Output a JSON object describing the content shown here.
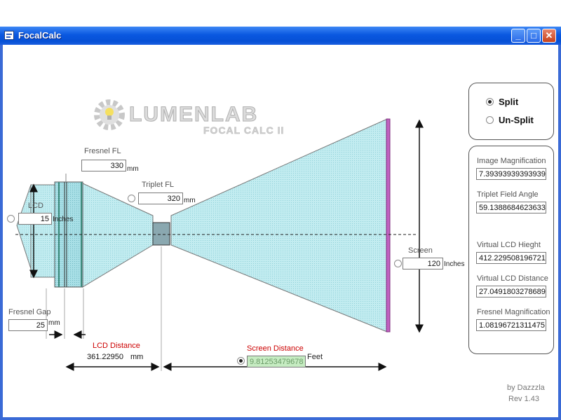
{
  "window": {
    "title": "FocalCalc",
    "min_glyph": "_",
    "max_glyph": "□",
    "close_glyph": "✕"
  },
  "logo": {
    "brand": "LUMENLAB",
    "product": "FOCAL CALC II"
  },
  "lcd": {
    "label": "LCD",
    "value": "15",
    "unit": "Inches",
    "selected": false
  },
  "fresnel_fl": {
    "label": "Fresnel FL",
    "value": "330",
    "unit": "mm"
  },
  "triplet_fl": {
    "label": "Triplet FL",
    "value": "320",
    "unit": "mm",
    "selected": false
  },
  "fresnel_gap": {
    "label": "Fresnel Gap",
    "value": "25",
    "unit": "mm"
  },
  "lcd_distance": {
    "label": "LCD Distance",
    "value": "361.22950",
    "unit": "mm"
  },
  "screen_distance": {
    "label": "Screen Distance",
    "value": "9.81253479678",
    "unit": "Feet",
    "selected": true
  },
  "screen": {
    "label": "Screen",
    "value": "120",
    "unit": "Inches",
    "selected": false
  },
  "mode": {
    "options": [
      {
        "label": "Split",
        "selected": true
      },
      {
        "label": "Un-Split",
        "selected": false
      }
    ]
  },
  "results": [
    {
      "label": "Image Magnification",
      "value": "7.39393939393939"
    },
    {
      "label": "Triplet Field Angle",
      "value": "59.1388684623633"
    },
    {
      "label": "Virtual LCD Hieght",
      "value": "412.229508196721"
    },
    {
      "label": "Virtual LCD Distance",
      "value": "27.0491803278689"
    },
    {
      "label": "Fresnel Magnification",
      "value": "1.08196721311475"
    }
  ],
  "credits": {
    "author": "by Dazzzla",
    "revision": "Rev 1.43"
  },
  "colors": {
    "titlebar": "#0a58e0",
    "beam_fill": "#c2ecf0",
    "screen_color": "#c060c0",
    "label_red": "#cc0000",
    "green_field": "#c6ecc2"
  }
}
